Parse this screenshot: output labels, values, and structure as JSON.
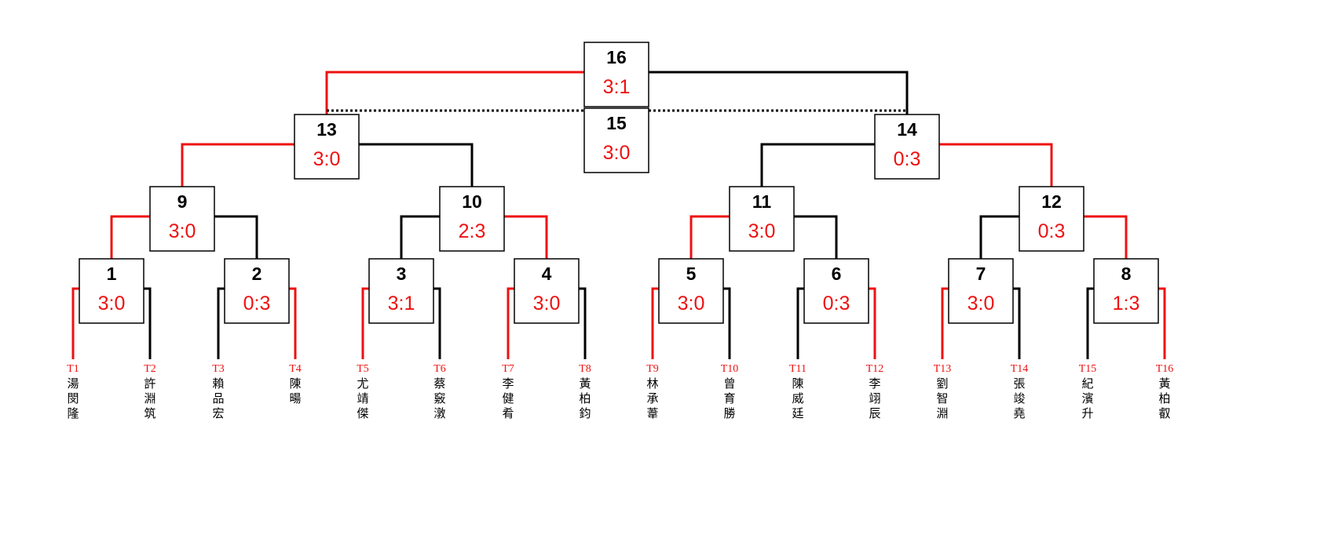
{
  "colors": {
    "winner": "#ee1111",
    "loser": "#000000",
    "box": "#000000"
  },
  "players": [
    {
      "seed": "T1",
      "name": "湯閔隆"
    },
    {
      "seed": "T2",
      "name": "許淵筑"
    },
    {
      "seed": "T3",
      "name": "賴品宏"
    },
    {
      "seed": "T4",
      "name": "陳暘"
    },
    {
      "seed": "T5",
      "name": "尤靖傑"
    },
    {
      "seed": "T6",
      "name": "蔡竅潡"
    },
    {
      "seed": "T7",
      "name": "李健肴"
    },
    {
      "seed": "T8",
      "name": "黃柏鈞"
    },
    {
      "seed": "T9",
      "name": "林承葦"
    },
    {
      "seed": "T10",
      "name": "曾育勝"
    },
    {
      "seed": "T11",
      "name": "陳威廷"
    },
    {
      "seed": "T12",
      "name": "李翊辰"
    },
    {
      "seed": "T13",
      "name": "劉智淵"
    },
    {
      "seed": "T14",
      "name": "張竣堯"
    },
    {
      "seed": "T15",
      "name": "紀濱升"
    },
    {
      "seed": "T16",
      "name": "黃柏叡"
    }
  ],
  "matches": [
    {
      "id": "1",
      "score": "3:0",
      "from": [
        "T1",
        "T2"
      ],
      "winner": "left"
    },
    {
      "id": "2",
      "score": "0:3",
      "from": [
        "T3",
        "T4"
      ],
      "winner": "right"
    },
    {
      "id": "3",
      "score": "3:1",
      "from": [
        "T5",
        "T6"
      ],
      "winner": "left"
    },
    {
      "id": "4",
      "score": "3:0",
      "from": [
        "T7",
        "T8"
      ],
      "winner": "left"
    },
    {
      "id": "5",
      "score": "3:0",
      "from": [
        "T9",
        "T10"
      ],
      "winner": "left"
    },
    {
      "id": "6",
      "score": "0:3",
      "from": [
        "T11",
        "T12"
      ],
      "winner": "right"
    },
    {
      "id": "7",
      "score": "3:0",
      "from": [
        "T13",
        "T14"
      ],
      "winner": "left"
    },
    {
      "id": "8",
      "score": "1:3",
      "from": [
        "T15",
        "T16"
      ],
      "winner": "right"
    },
    {
      "id": "9",
      "score": "3:0",
      "from": [
        "1",
        "2"
      ],
      "winner": "left"
    },
    {
      "id": "10",
      "score": "2:3",
      "from": [
        "3",
        "4"
      ],
      "winner": "right"
    },
    {
      "id": "11",
      "score": "3:0",
      "from": [
        "5",
        "6"
      ],
      "winner": "left"
    },
    {
      "id": "12",
      "score": "0:3",
      "from": [
        "7",
        "8"
      ],
      "winner": "right"
    },
    {
      "id": "13",
      "score": "3:0",
      "from": [
        "9",
        "10"
      ],
      "winner": "left"
    },
    {
      "id": "14",
      "score": "0:3",
      "from": [
        "11",
        "12"
      ],
      "winner": "right"
    },
    {
      "id": "15",
      "score": "3:0",
      "from": [
        "13",
        "14"
      ],
      "winner": "none",
      "type": "third-place"
    },
    {
      "id": "16",
      "score": "3:1",
      "from": [
        "13",
        "14"
      ],
      "winner": "left",
      "type": "final"
    }
  ]
}
